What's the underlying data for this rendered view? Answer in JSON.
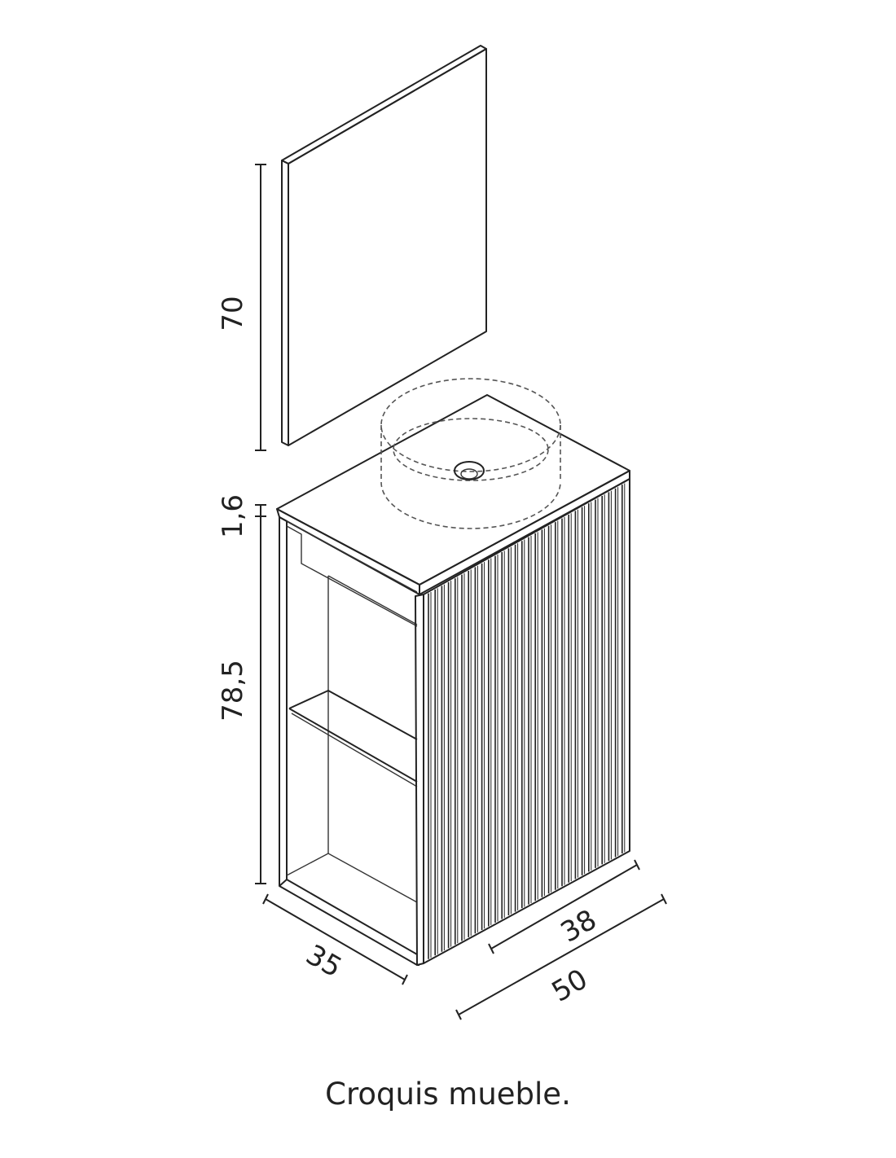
{
  "dimensions": {
    "mirror_height": "70",
    "countertop_thickness": "1,6",
    "cabinet_height": "78,5",
    "depth": "35",
    "cabinet_width": "38",
    "total_width": "50"
  },
  "caption": "Croquis mueble."
}
